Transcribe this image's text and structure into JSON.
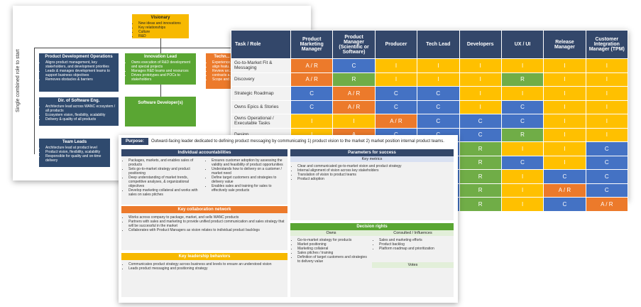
{
  "org": {
    "side_label": "Single combined role to start",
    "visionary": {
      "title": "Visionary",
      "items": [
        "New ideas and innovations",
        "Key relationships",
        "Culture",
        "R&D"
      ]
    },
    "pdo": {
      "title": "Product Development Operations",
      "items": [
        "Aligns product management, key stakeholders, and development priorities",
        "Leads & manages development teams to support business objectives",
        "Removes obstacles & barriers"
      ]
    },
    "innovation": {
      "title": "Innovation Lead",
      "items": [
        "Owns execution of R&D development and special projects",
        "Manages R&D teams and resources",
        "Drives prototypes and POCs to stakeholders"
      ]
    },
    "tech": {
      "title": "Techn...",
      "items": [
        "Experience...",
        "align featu...",
        "Review arc...",
        "contracts a...",
        "Scope and ..."
      ]
    },
    "dir": {
      "title": "Dir. of Software Eng.",
      "items": [
        "Architecture lead across WANC ecosystem / all products",
        "Ecosystem vision, flexibility, scalability",
        "Delivery & quality of all products"
      ]
    },
    "devs": {
      "title": "Software Developer(s)"
    },
    "team": {
      "title": "Team Leads",
      "items": [
        "Architecture lead at product level",
        "Product vision, flexibility, scalability",
        "Responsible for quality and on-time delivery"
      ]
    }
  },
  "raci": {
    "task_header": "Task / Role",
    "roles": [
      "Product Marketing Manager",
      "Product Manager (Scientific or Software)",
      "Producer",
      "Tech Lead",
      "Developers",
      "UX / UI",
      "Release Manager",
      "Customer Integration Manager (TPM)"
    ],
    "rows": [
      {
        "task": "Go-to-Market Fit & Messaging",
        "cells": [
          "A / R",
          "C",
          "I",
          "I",
          "I",
          "I",
          "I",
          "I"
        ]
      },
      {
        "task": "Discovery",
        "cells": [
          "A / R",
          "R",
          "I",
          "I",
          "I",
          "R",
          "I",
          "I"
        ]
      },
      {
        "task": "Strategic Roadmap",
        "cells": [
          "C",
          "A / R",
          "C",
          "C",
          "I",
          "I",
          "I",
          "I"
        ]
      },
      {
        "task": "Owns Epics & Stories",
        "cells": [
          "C",
          "A / R",
          "C",
          "C",
          "I",
          "C",
          "I",
          "I"
        ]
      },
      {
        "task": "Owns Operational / Executable Tasks",
        "cells": [
          "I",
          "I",
          "A / R",
          "C",
          "C",
          "C",
          "I",
          "I"
        ]
      },
      {
        "task": "Design",
        "cells": [
          "I",
          "A",
          "C",
          "C",
          "C",
          "R",
          "I",
          "I"
        ]
      },
      {
        "task": "",
        "cells": [
          "",
          "",
          "",
          "",
          "R",
          "I",
          "I",
          "C"
        ]
      },
      {
        "task": "",
        "cells": [
          "",
          "",
          "",
          "",
          "R",
          "C",
          "I",
          "C"
        ]
      },
      {
        "task": "",
        "cells": [
          "",
          "",
          "",
          "",
          "R",
          "I",
          "C",
          "C"
        ]
      },
      {
        "task": "",
        "cells": [
          "",
          "",
          "",
          "",
          "R",
          "I",
          "A / R",
          "C"
        ]
      },
      {
        "task": "",
        "cells": [
          "",
          "",
          "",
          "",
          "R",
          "I",
          "C",
          "A / R"
        ]
      }
    ]
  },
  "role": {
    "purpose_tag": "Purpose:",
    "purpose_text": "Outward-facing leader dedicated to defining product messaging by communicating 1) product vision to the market 2) market position internal product teams.",
    "acct_title": "Individual accountabilities",
    "acct_left": [
      "Packages, markets, and enables sales of products",
      "Sets go-to-market strategy and product positioning",
      "Deep understanding of market trends, competitive analyses, & organizational objectives",
      "Develop marketing collateral and works with sales on sales pitches"
    ],
    "acct_right": [
      "Ensures customer adoption by assessing the validity and feasibility of product opportunities",
      "Understands how to delivery on a customer / market need",
      "Define target customers and strategies to delivery value",
      "Enables sales and training for sales to effectively sale products"
    ],
    "params_title": "Parameters for success",
    "key_metrics": "Key metrics",
    "metrics": [
      "Clear and communicated go-to-market vision and product strategy",
      "Internal alignment of vision across key stakeholders",
      "Translation of vision to product teams",
      "Product adoption"
    ],
    "collab_title": "Key collaboration network",
    "collab": [
      "Works across company to package, market, and sells WANC products",
      "Partners with sales and marketing to provide unified product communication and sales strategy that will be successful in the market",
      "Collaborates with Product Managers as vision relates to individual product backlogs"
    ],
    "behaviors_title": "Key leadership behaviors",
    "behaviors": [
      "Communicates product strategy across business and levels to ensure an understood vision",
      "Leads product messaging and positioning strategy"
    ],
    "rights_title": "Decision rights",
    "owns_title": "Owns",
    "owns": [
      "Go-to-market strategy for products",
      "Market positioning",
      "Marketing collateral",
      "Sales pitches / training",
      "Definition of target customers and strategies to delivery value"
    ],
    "consulted_title": "Consulted / Influences",
    "consulted": [
      "Sales and marketing efforts",
      "Product backlog",
      "Platform roadmap and prioritization"
    ],
    "votes_title": "Votes"
  }
}
